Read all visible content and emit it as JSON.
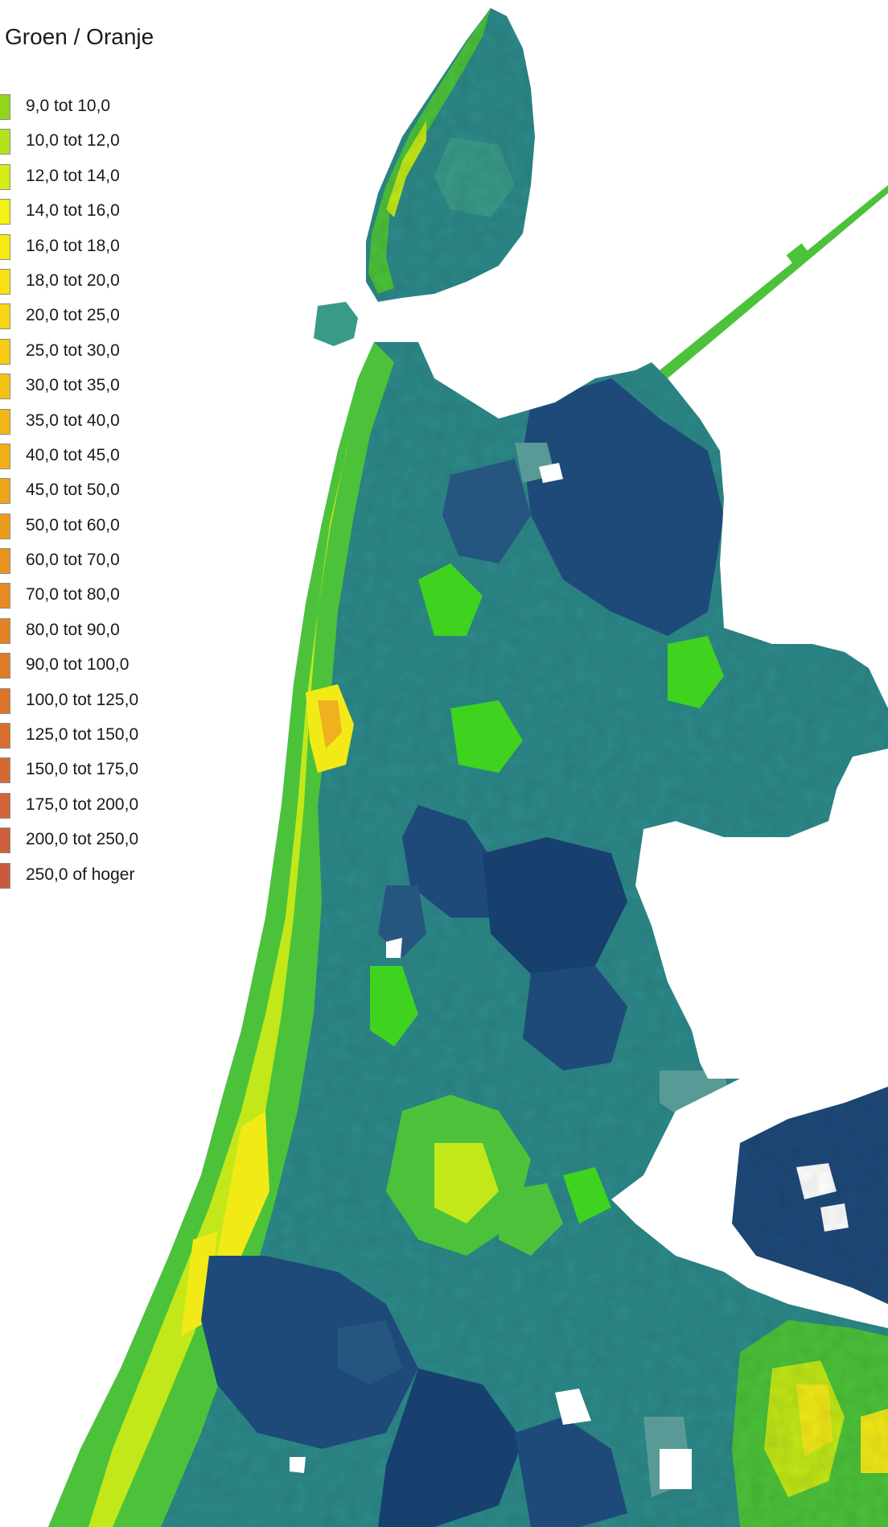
{
  "legend": {
    "title": "Groen / Oranje",
    "items": [
      {
        "label": "9,0 tot 10,0",
        "color": "#8fd61c"
      },
      {
        "label": "10,0 tot 12,0",
        "color": "#b4e21a"
      },
      {
        "label": "12,0 tot 14,0",
        "color": "#d6ec16"
      },
      {
        "label": "14,0 tot 16,0",
        "color": "#f2f213"
      },
      {
        "label": "16,0 tot 18,0",
        "color": "#f7ea12"
      },
      {
        "label": "18,0 tot 20,0",
        "color": "#f8e011"
      },
      {
        "label": "20,0 tot 25,0",
        "color": "#f8d613"
      },
      {
        "label": "25,0 tot 30,0",
        "color": "#f6cc14"
      },
      {
        "label": "30,0 tot 35,0",
        "color": "#f4c216"
      },
      {
        "label": "35,0 tot 40,0",
        "color": "#f2b817"
      },
      {
        "label": "40,0 tot 45,0",
        "color": "#f0ae19"
      },
      {
        "label": "45,0 tot 50,0",
        "color": "#eea51b"
      },
      {
        "label": "50,0 tot 60,0",
        "color": "#ec9c1d"
      },
      {
        "label": "60,0 tot 70,0",
        "color": "#e9931f"
      },
      {
        "label": "70,0 tot 80,0",
        "color": "#e68b22"
      },
      {
        "label": "80,0 tot 90,0",
        "color": "#e38325"
      },
      {
        "label": "90,0 tot 100,0",
        "color": "#df7c28"
      },
      {
        "label": "100,0 tot 125,0",
        "color": "#dc752b"
      },
      {
        "label": "125,0 tot 150,0",
        "color": "#d86f2f"
      },
      {
        "label": "150,0 tot 175,0",
        "color": "#d46a33"
      },
      {
        "label": "175,0 tot 200,0",
        "color": "#d06537"
      },
      {
        "label": "200,0 tot 250,0",
        "color": "#cc603a"
      },
      {
        "label": "250,0 of hoger",
        "color": "#c85b3d"
      }
    ]
  },
  "map_colors": {
    "dark_blue": "#1e4a7a",
    "navy": "#17406f",
    "teal": "#2e8a8a",
    "teal_light": "#3a9a8a",
    "green": "#4cc23a",
    "bright_green": "#3fd21e",
    "yellow_green": "#c2e81a",
    "yellow": "#f2ea16",
    "orange": "#f0b020",
    "grey_teal": "#5a9a96",
    "water": "#ffffff"
  }
}
